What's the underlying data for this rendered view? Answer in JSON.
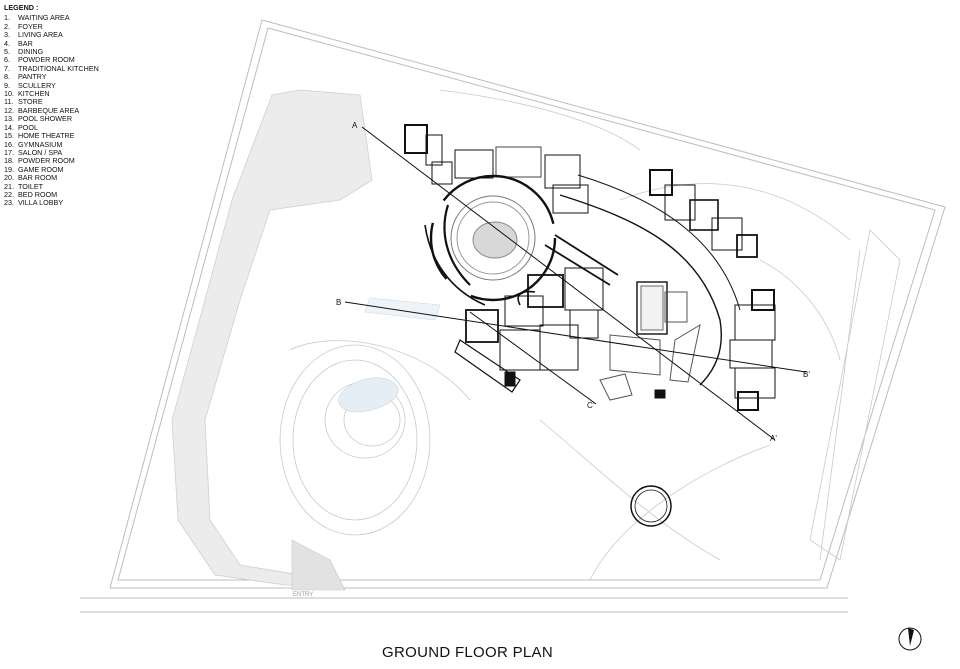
{
  "legend": {
    "title": "LEGEND :",
    "items": [
      {
        "num": "1.",
        "label": "WAITING AREA"
      },
      {
        "num": "2.",
        "label": "FOYER"
      },
      {
        "num": "3.",
        "label": "LIVING AREA"
      },
      {
        "num": "4.",
        "label": "BAR"
      },
      {
        "num": "5.",
        "label": "DINING"
      },
      {
        "num": "6.",
        "label": "POWDER ROOM"
      },
      {
        "num": "7.",
        "label": "TRADITIONAL KITCHEN"
      },
      {
        "num": "8.",
        "label": "PANTRY"
      },
      {
        "num": "9.",
        "label": "SCULLERY"
      },
      {
        "num": "10.",
        "label": "KITCHEN"
      },
      {
        "num": "11.",
        "label": "STORE"
      },
      {
        "num": "12.",
        "label": "BARBEQUE AREA"
      },
      {
        "num": "13.",
        "label": "POOL SHOWER"
      },
      {
        "num": "14.",
        "label": "POOL"
      },
      {
        "num": "15.",
        "label": "HOME THEATRE"
      },
      {
        "num": "16.",
        "label": "GYMNASIUM"
      },
      {
        "num": "17.",
        "label": "SALON / SPA"
      },
      {
        "num": "18.",
        "label": "POWDER ROOM"
      },
      {
        "num": "19.",
        "label": "GAME ROOM"
      },
      {
        "num": "20.",
        "label": "BAR ROOM"
      },
      {
        "num": "21.",
        "label": "TOILET"
      },
      {
        "num": "22.",
        "label": "BED ROOM"
      },
      {
        "num": "23.",
        "label": "VILLA LOBBY"
      }
    ]
  },
  "section_markers": {
    "a_start": "A",
    "a_end": "A'",
    "b_start": "B",
    "b_end": "B'",
    "c_end": "C'"
  },
  "entry_label": "ENTRY",
  "drawing_title": "GROUND FLOOR PLAN",
  "icons": {
    "north": "north-arrow-icon"
  },
  "colors": {
    "ink": "#111111",
    "light_line": "#bdbdbd",
    "hatch": "#dcdcdc"
  }
}
